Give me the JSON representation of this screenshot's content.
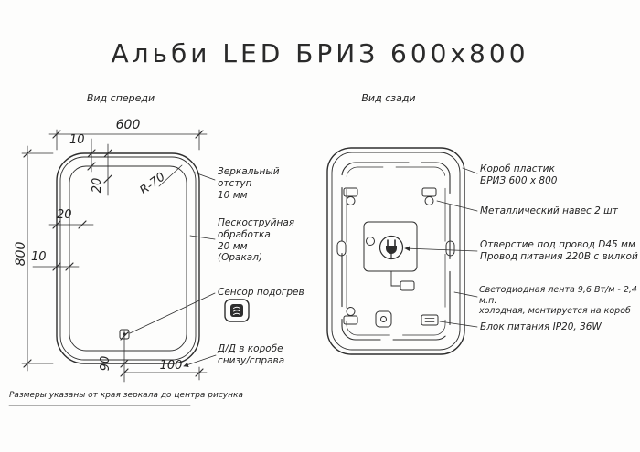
{
  "title": "Альби LED БРИЗ 600х800",
  "front": {
    "label": "Вид спереди",
    "dims": {
      "width": "600",
      "height": "800",
      "offset_top": "10",
      "sand_top": "20",
      "sand_left": "20",
      "offset_left": "10",
      "corner_radius": "R-70",
      "sensor_from_bottom": "90",
      "sensor_from_right": "100"
    },
    "annotations": {
      "mirror_offset": "Зеркальный\nотступ\n10 мм",
      "sandblast": "Пескоструйная\nобработка\n20 мм\n(Оракал)",
      "sensor": "Сенсор подогрев",
      "dd": "Д/Д в коробе\nснизу/справа"
    },
    "footnote": "Размеры указаны от края зеркала до центра рисунка"
  },
  "back": {
    "label": "Вид сзади",
    "annotations": {
      "box": "Короб пластик\nБРИЗ 600 х 800",
      "hangers": "Металлический навес 2 шт",
      "cable_hole": "Отверстие под провод D45 мм\nПровод питания 220В с вилкой",
      "led": "Светодиодная лента 9,6 Вт/м - 2,4 м.п.\nхолодная, монтируется на короб",
      "power": "Блок питания IP20, 36W"
    }
  },
  "colors": {
    "line": "#2e2e2e",
    "background": "#fdfdfc"
  }
}
